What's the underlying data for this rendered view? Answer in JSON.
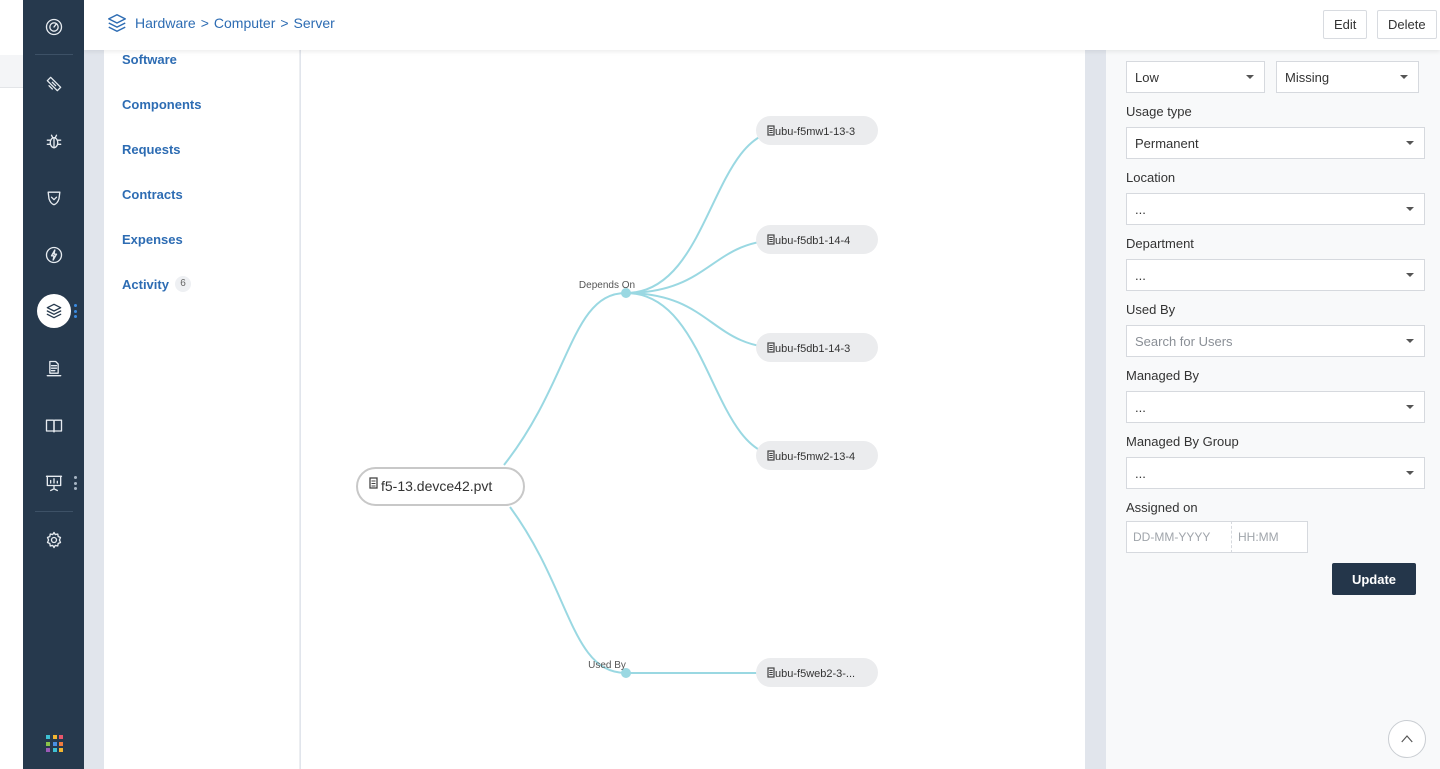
{
  "breadcrumb": {
    "items": [
      "Hardware",
      "Computer",
      "Server"
    ],
    "separator": ">"
  },
  "header": {
    "edit_label": "Edit",
    "delete_label": "Delete"
  },
  "subnav": {
    "items": [
      {
        "label": "Software"
      },
      {
        "label": "Components"
      },
      {
        "label": "Requests"
      },
      {
        "label": "Contracts"
      },
      {
        "label": "Expenses"
      },
      {
        "label": "Activity",
        "badge": "6"
      }
    ]
  },
  "graph": {
    "root": "f5-13.devce42.pvt",
    "branches": [
      {
        "label": "Depends On",
        "nodes": [
          "ubu-f5mw1-13-3",
          "ubu-f5db1-14-4",
          "ubu-f5db1-14-3",
          "ubu-f5mw2-13-4"
        ]
      },
      {
        "label": "Used By",
        "nodes": [
          "ubu-f5web2-3-..."
        ]
      }
    ],
    "colors": {
      "link": "#9ad8e2",
      "node_fill": "#ebecee",
      "root_border": "#c8c8c8"
    }
  },
  "form": {
    "top_row": {
      "left_value": "Low",
      "right_value": "Missing"
    },
    "usage_type": {
      "label": "Usage type",
      "value": "Permanent"
    },
    "location": {
      "label": "Location",
      "value": "..."
    },
    "department": {
      "label": "Department",
      "value": "..."
    },
    "used_by": {
      "label": "Used By",
      "placeholder": "Search for Users"
    },
    "managed_by": {
      "label": "Managed By",
      "value": "..."
    },
    "managed_by_group": {
      "label": "Managed By Group",
      "value": "..."
    },
    "assigned_on": {
      "label": "Assigned on",
      "date_placeholder": "DD-MM-YYYY",
      "time_placeholder": "HH:MM"
    },
    "update_label": "Update"
  },
  "sidebar": {
    "icons": [
      "dashboard-icon",
      "tickets-icon",
      "bug-icon",
      "shield-icon",
      "bolt-icon",
      "layers-icon",
      "documents-icon",
      "book-icon",
      "presentation-icon",
      "settings-icon",
      "apps-grid-icon"
    ],
    "active": "layers-icon"
  },
  "colors": {
    "sidebar_bg": "#26394d",
    "link": "#2d6cb3",
    "primary_button": "#24364a"
  }
}
